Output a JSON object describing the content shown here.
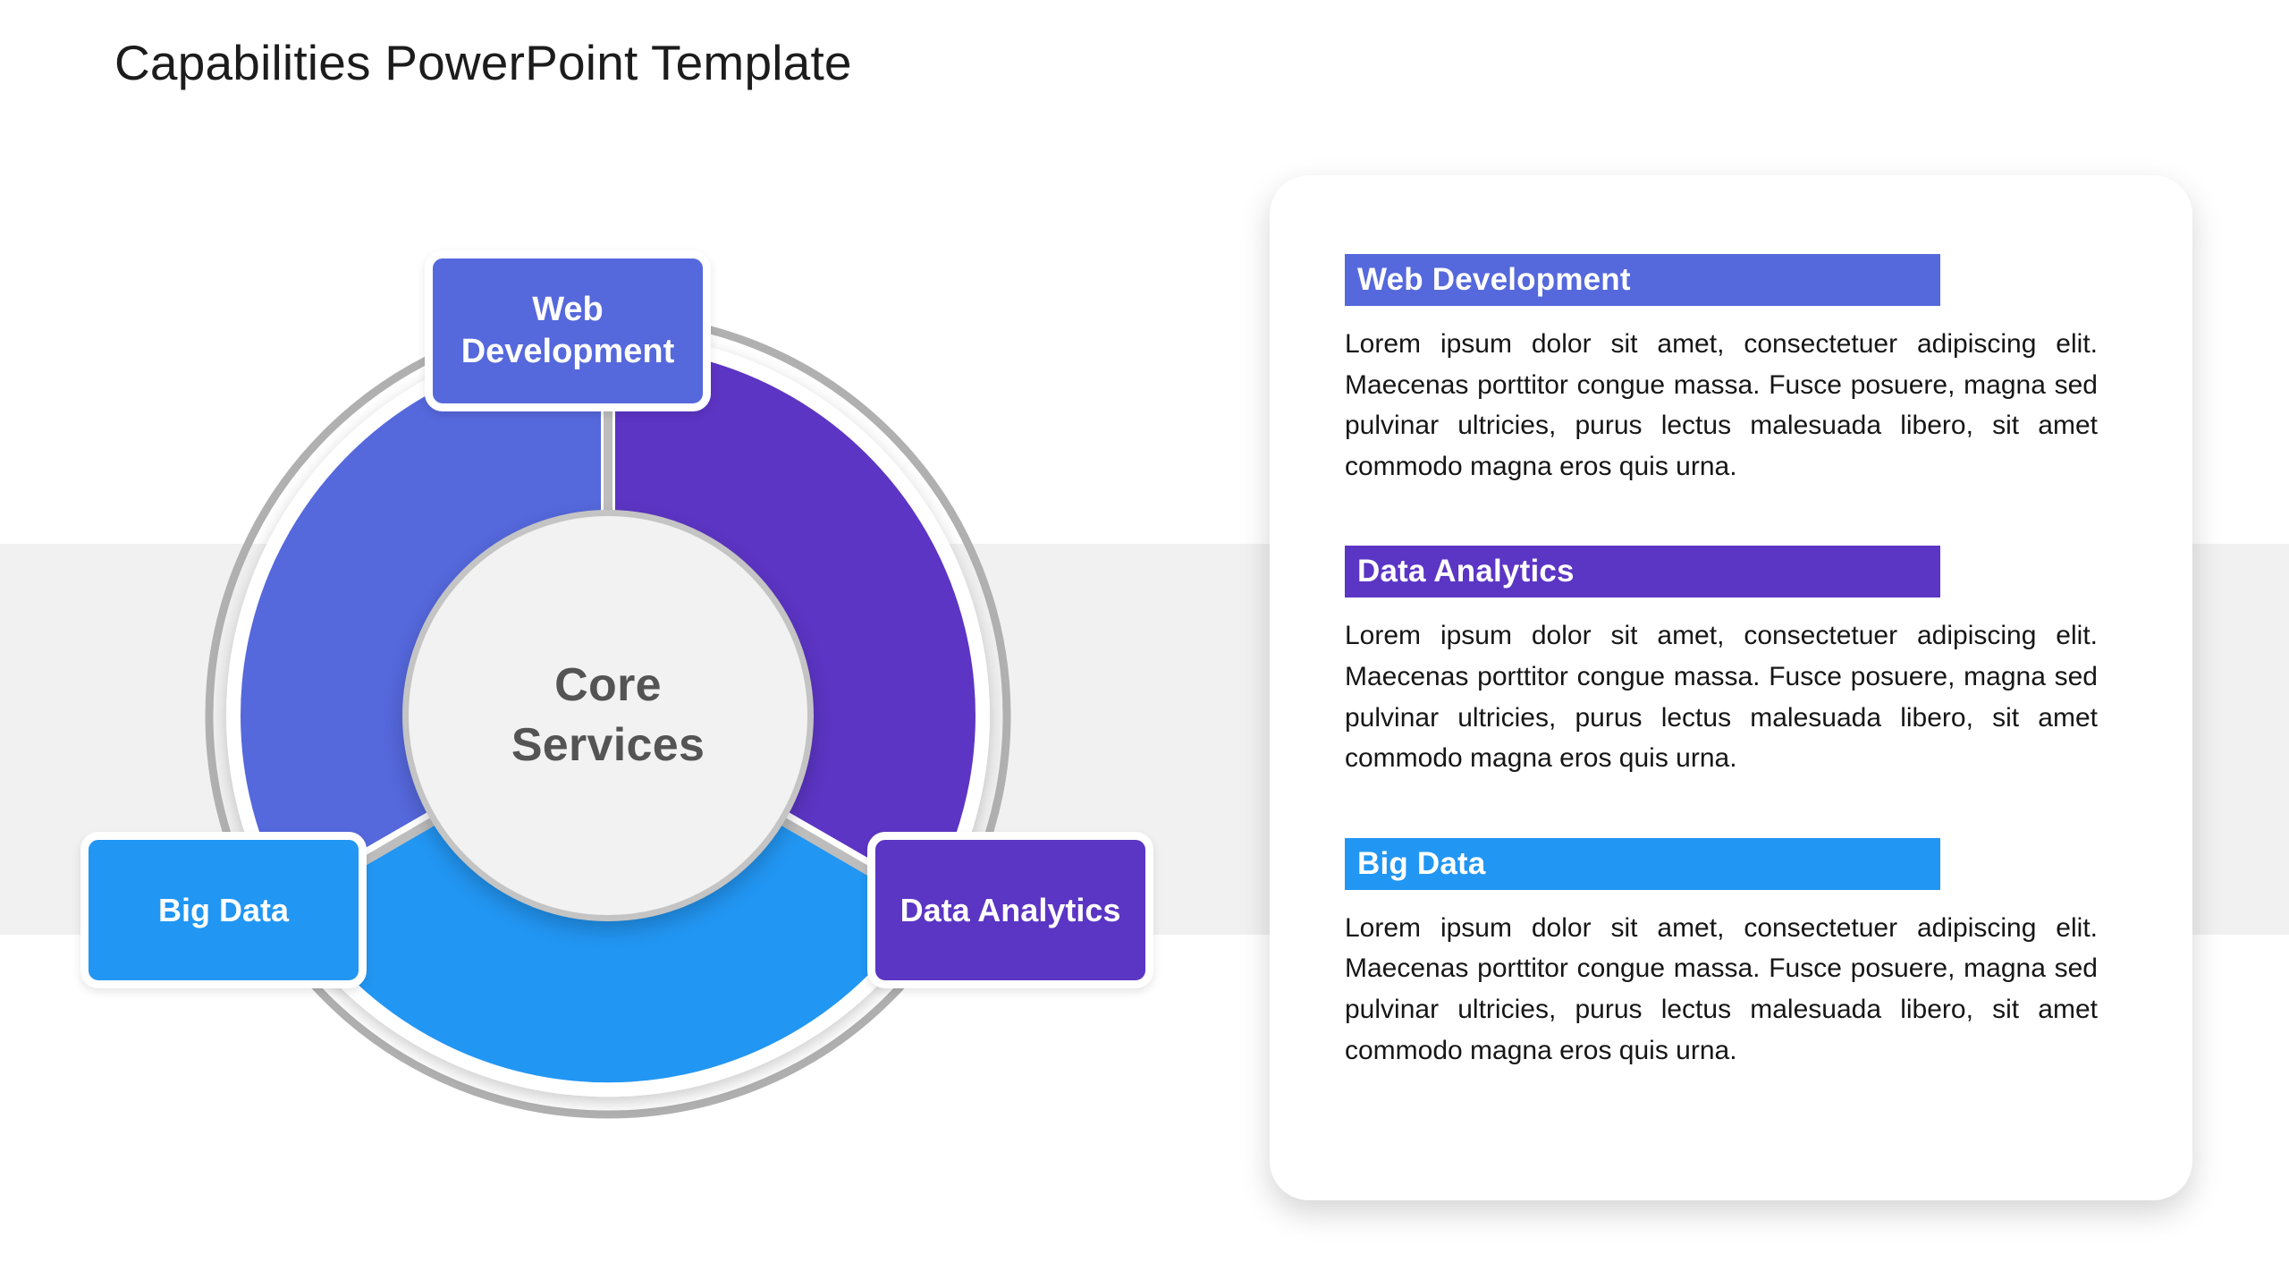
{
  "slide": {
    "title": "Capabilities PowerPoint Template",
    "background_band_color": "#f1f1f1"
  },
  "diagram": {
    "center": {
      "label": "Core Services",
      "fill_color": "#f2f2f2",
      "border_color": "#c4c4c4",
      "text_color": "#545454"
    },
    "ring_outline_color": "#b0b0b0",
    "segments": [
      {
        "name": "web-development",
        "label": "Web Development",
        "color": "#5568dc",
        "start_deg": -90,
        "end_deg": 0
      },
      {
        "name": "data-analytics",
        "label": "Data Analytics",
        "color": "#5b35c4",
        "start_deg": 0,
        "end_deg": 150
      },
      {
        "name": "big-data",
        "label": "Big Data",
        "color": "#2196f3",
        "start_deg": 150,
        "end_deg": 270
      }
    ],
    "nodes": [
      {
        "name": "web-development",
        "label": "Web Development",
        "color": "#5568dc",
        "position": "top"
      },
      {
        "name": "big-data",
        "label": "Big Data",
        "color": "#2196f3",
        "position": "bottom-left"
      },
      {
        "name": "data-analytics",
        "label": "Data Analytics",
        "color": "#5b35c4",
        "position": "bottom-right"
      }
    ]
  },
  "info_panel": {
    "card_color": "#ffffff",
    "items": [
      {
        "name": "web-development",
        "heading": "Web Development",
        "heading_color": "#5568dc",
        "body": "Lorem ipsum dolor sit amet, consectetuer adipiscing elit. Maecenas porttitor congue massa. Fusce posuere, magna sed pulvinar ultricies, purus lectus malesuada libero, sit amet commodo magna eros quis urna."
      },
      {
        "name": "data-analytics",
        "heading": "Data Analytics",
        "heading_color": "#5b35c4",
        "body": "Lorem ipsum dolor sit amet, consectetuer adipiscing elit. Maecenas porttitor congue massa. Fusce posuere, magna sed pulvinar ultricies, purus lectus malesuada libero, sit amet commodo magna eros quis urna."
      },
      {
        "name": "big-data",
        "heading": "Big Data",
        "heading_color": "#2196f3",
        "body": "Lorem ipsum dolor sit amet, consectetuer adipiscing elit. Maecenas porttitor congue massa. Fusce posuere, magna sed pulvinar ultricies, purus lectus malesuada libero, sit amet commodo magna eros quis urna."
      }
    ]
  }
}
